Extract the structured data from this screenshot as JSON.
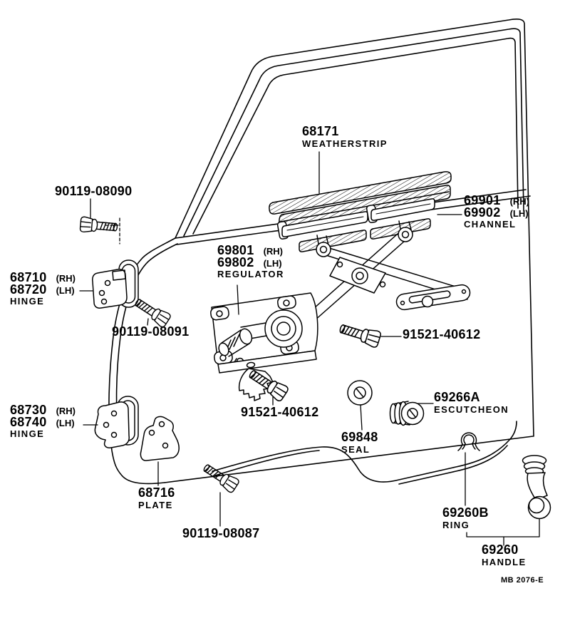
{
  "colors": {
    "ink": "#000000",
    "paper": "#ffffff"
  },
  "footer": {
    "code": "MB 2076-E"
  },
  "parts": {
    "bolt_08090": {
      "number": "90119-08090"
    },
    "weatherstrip": {
      "number": "68171",
      "name": "WEATHERSTRIP"
    },
    "channel": {
      "number_rh": "69901",
      "side_rh": "(RH)",
      "number_lh": "69902",
      "side_lh": "(LH)",
      "name": "CHANNEL"
    },
    "regulator": {
      "number_rh": "69801",
      "side_rh": "(RH)",
      "number_lh": "69802",
      "side_lh": "(LH)",
      "name": "REGULATOR"
    },
    "hinge_upper": {
      "number_rh": "68710",
      "side_rh": "(RH)",
      "number_lh": "68720",
      "side_lh": "(LH)",
      "name": "HINGE"
    },
    "bolt_08091": {
      "number": "90119-08091"
    },
    "bolt_40612_right": {
      "number": "91521-40612"
    },
    "hinge_lower": {
      "number_rh": "68730",
      "side_rh": "(RH)",
      "number_lh": "68740",
      "side_lh": "(LH)",
      "name": "HINGE"
    },
    "bolt_40612_left": {
      "number": "91521-40612"
    },
    "seal": {
      "number": "69848",
      "name": "SEAL"
    },
    "escutcheon": {
      "number": "69266A",
      "name": "ESCUTCHEON"
    },
    "plate": {
      "number": "68716",
      "name": "PLATE"
    },
    "bolt_08087": {
      "number": "90119-08087"
    },
    "ring": {
      "number": "69260B",
      "name": "RING"
    },
    "handle": {
      "number": "69260",
      "name": "HANDLE"
    }
  }
}
